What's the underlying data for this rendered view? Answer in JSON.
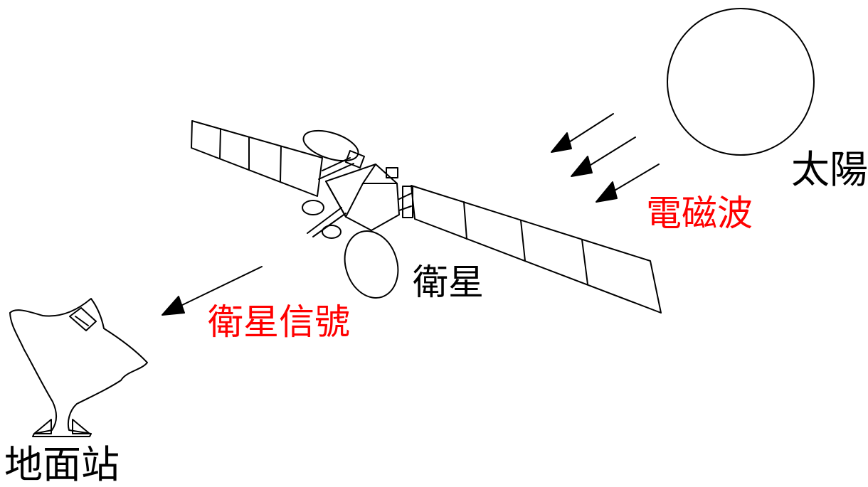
{
  "labels": {
    "sun": "太陽",
    "electromagnetic_wave": "電磁波",
    "satellite": "衛星",
    "satellite_signal": "衛星信號",
    "ground_station": "地面站"
  },
  "colors": {
    "line": "#000000",
    "highlight_text": "#ff0000",
    "plain_text": "#000000",
    "background": "#ffffff"
  },
  "icons": [
    "sun-circle",
    "satellite-with-solar-panels",
    "dish-antenna",
    "arrow-icon"
  ]
}
